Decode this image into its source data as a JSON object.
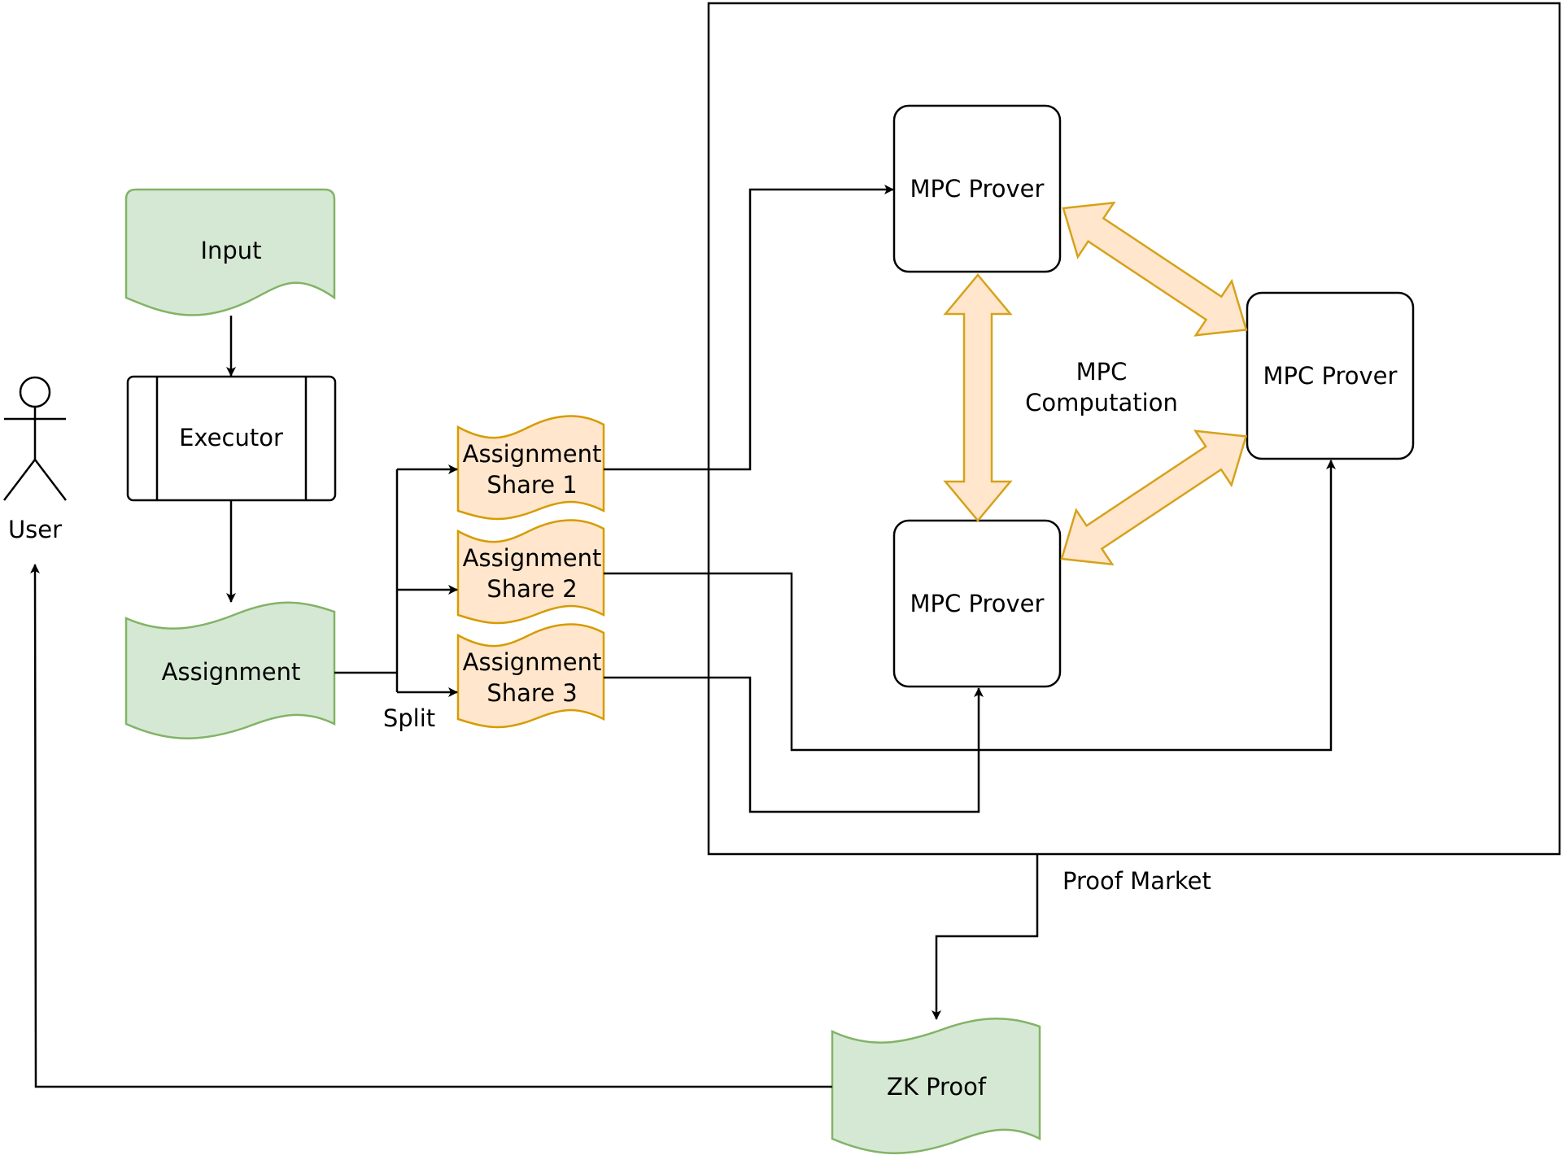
{
  "nodes": {
    "user": "User",
    "input": "Input",
    "executor": "Executor",
    "assignment": "Assignment",
    "share1": [
      "Assignment",
      "Share 1"
    ],
    "share2": [
      "Assignment",
      "Share 2"
    ],
    "share3": [
      "Assignment",
      "Share 3"
    ],
    "prover_top": "MPC Prover",
    "prover_right": "MPC Prover",
    "prover_bottom": "MPC Prover",
    "zk_proof": "ZK Proof"
  },
  "labels": {
    "split": "Split",
    "mpc_computation": [
      "MPC",
      "Computation"
    ],
    "proof_market": "Proof Market"
  },
  "colors": {
    "data_fill": "#d5e8d4",
    "data_stroke": "#82b366",
    "share_fill": "#ffe6cc",
    "share_stroke": "#d79b00"
  }
}
